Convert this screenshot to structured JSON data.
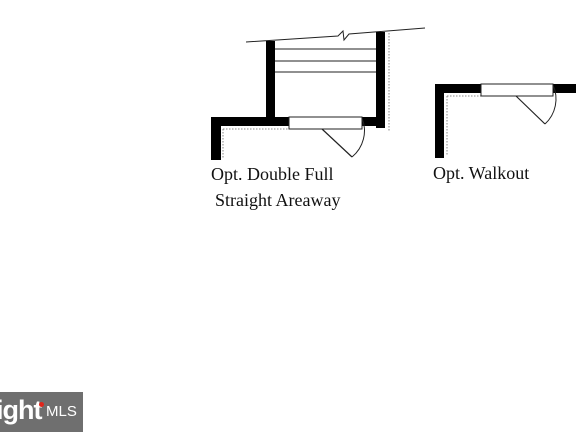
{
  "captions": {
    "double_areaway_line1": "Opt. Double Full",
    "double_areaway_line2": "Straight Areaway",
    "walkout": "Opt. Walkout"
  },
  "watermark": {
    "word": "ight",
    "mls": "MLS",
    "bg_color": "#6f6f6f",
    "dot_color": "#e1251b"
  },
  "colors": {
    "wall": "#000000",
    "line": "#222222",
    "background": "#ffffff"
  }
}
